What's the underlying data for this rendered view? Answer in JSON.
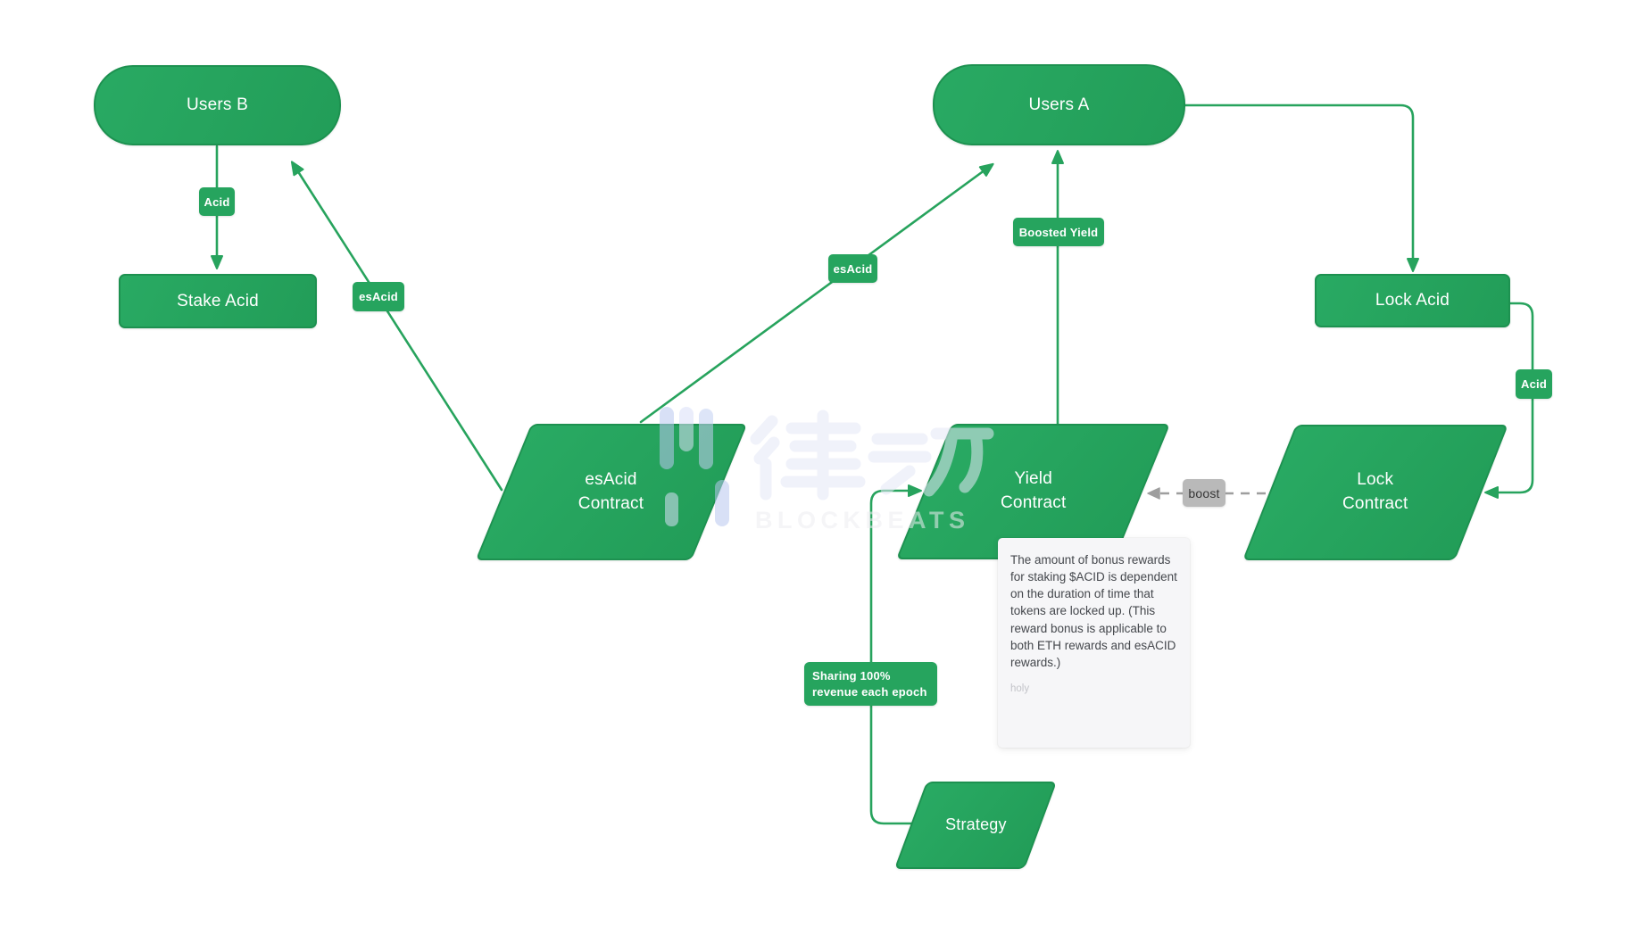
{
  "nodes": {
    "users_b": "Users B",
    "users_a": "Users A",
    "stake_acid": "Stake Acid",
    "lock_acid": "Lock Acid",
    "esacid_contract": {
      "line1": "esAcid",
      "line2": "Contract"
    },
    "yield_contract": {
      "line1": "Yield",
      "line2": "Contract"
    },
    "lock_contract": {
      "line1": "Lock",
      "line2": "Contract"
    },
    "strategy": "Strategy"
  },
  "edge_labels": {
    "acid_users_b": "Acid",
    "esacid_to_users_b": "esAcid",
    "esacid_to_users_a": "esAcid",
    "boosted_yield": "Boosted Yield",
    "acid_lock": "Acid",
    "boost": "boost",
    "sharing": "Sharing 100% revenue each epoch"
  },
  "note": {
    "body": "The amount of bonus rewards for staking $ACID is dependent on the duration of time that tokens are locked up. (This reward bonus is applicable to both ETH rewards and esACID rewards.)",
    "footer": "holy"
  },
  "watermark": {
    "brand": "律动",
    "name": "BLOCKBEATS"
  },
  "colors": {
    "green": "#26a45e",
    "green_border": "#1d9150",
    "line_green": "#27a35d",
    "badge_gray": "#b9b9b9",
    "line_gray": "#9e9e9e"
  }
}
